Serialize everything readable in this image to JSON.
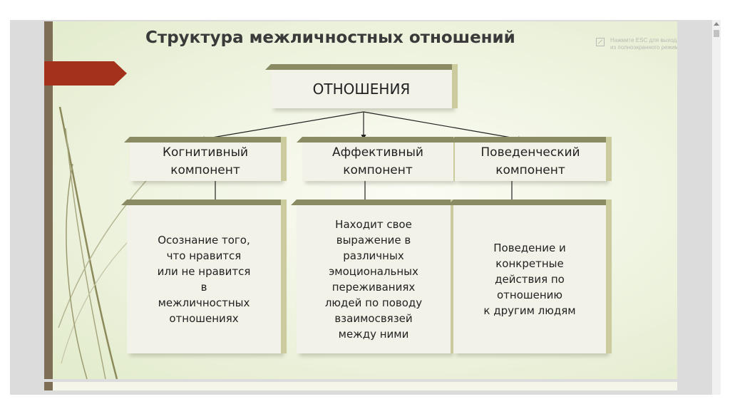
{
  "slide": {
    "title": "Структура межличностных отношений",
    "esc_hint_line1": "Нажмите ESC для выхода",
    "esc_hint_line2": "из полноэкранного режима"
  },
  "diagram": {
    "root": "ОТНОШЕНИЯ",
    "components": [
      {
        "name_line1": "Когнитивный",
        "name_line2": "компонент",
        "description": [
          "Осознание того,",
          "что нравится",
          "или не нравится",
          "в",
          "межличностных",
          "отношениях"
        ]
      },
      {
        "name_line1": "Аффективный",
        "name_line2": "компонент",
        "description": [
          "Находит свое",
          "выражение в",
          "различных",
          "эмоциональных",
          "переживаниях",
          "людей по поводу",
          "взаимосвязей",
          "между ними"
        ]
      },
      {
        "name_line1": "Поведенческий",
        "name_line2": "компонент",
        "description": [
          "Поведение и",
          "конкретные",
          "действия по",
          "отношению",
          "к другим людям"
        ]
      }
    ]
  },
  "colors": {
    "accent_arrow": "#a3321c",
    "left_bar": "#7d6e55",
    "box_cap": "#8a8a63"
  }
}
